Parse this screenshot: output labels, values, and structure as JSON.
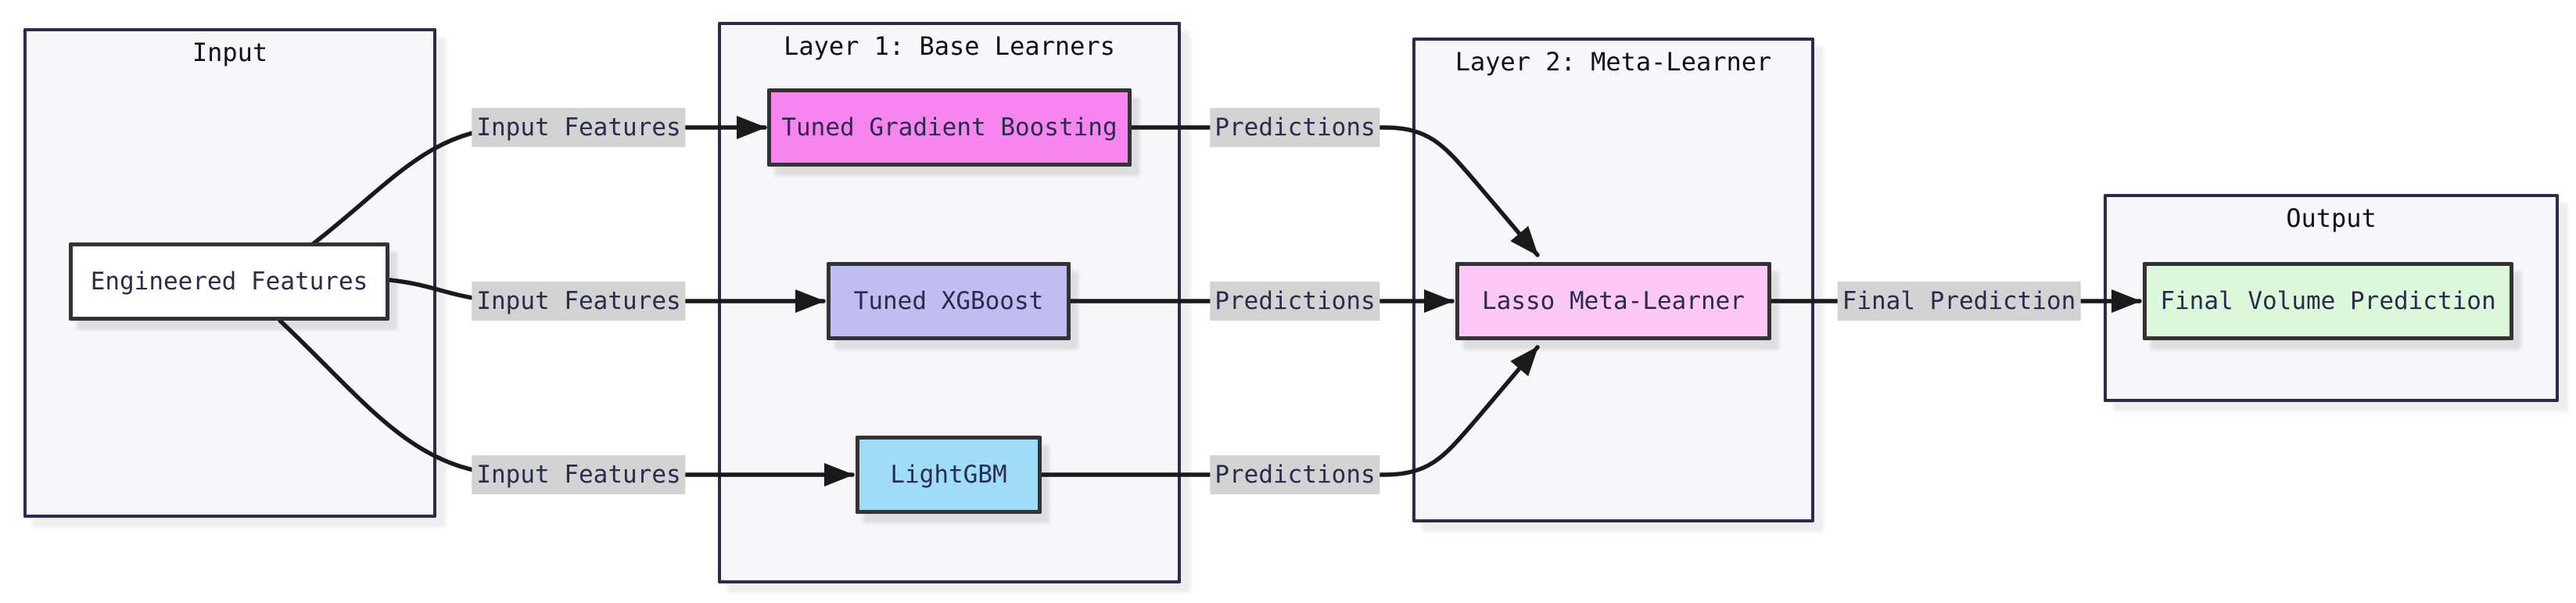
{
  "diagram": {
    "type": "flowchart",
    "direction": "left-to-right",
    "colors": {
      "edge": "#1a1a1a",
      "edge_label_bg": "#d3d3d3",
      "container_fill": "#f7f7fa",
      "container_border": "#2b2b4d",
      "node_border": "#333333",
      "node_text": "#2b2b4c",
      "title_text": "#111111",
      "background": "#ffffff"
    },
    "containers": [
      {
        "id": "input",
        "title": "Input"
      },
      {
        "id": "layer1",
        "title": "Layer 1: Base Learners"
      },
      {
        "id": "layer2",
        "title": "Layer 2: Meta-Learner"
      },
      {
        "id": "output",
        "title": "Output"
      }
    ],
    "nodes": [
      {
        "id": "engineered-features",
        "label": "Engineered Features",
        "fill": "#ffffff",
        "container": "input"
      },
      {
        "id": "tuned-gradient-boosting",
        "label": "Tuned Gradient Boosting",
        "fill": "#f685ef",
        "container": "layer1"
      },
      {
        "id": "tuned-xgboost",
        "label": "Tuned XGBoost",
        "fill": "#bfbdf2",
        "container": "layer1"
      },
      {
        "id": "lightgbm",
        "label": "LightGBM",
        "fill": "#9edcf8",
        "container": "layer1"
      },
      {
        "id": "lasso-meta-learner",
        "label": "Lasso Meta-Learner",
        "fill": "#fdc7f8",
        "container": "layer2"
      },
      {
        "id": "final-volume-prediction",
        "label": "Final Volume Prediction",
        "fill": "#dbf8db",
        "container": "output"
      }
    ],
    "edges": [
      {
        "from": "engineered-features",
        "to": "tuned-gradient-boosting",
        "label": "Input Features"
      },
      {
        "from": "engineered-features",
        "to": "tuned-xgboost",
        "label": "Input Features"
      },
      {
        "from": "engineered-features",
        "to": "lightgbm",
        "label": "Input Features"
      },
      {
        "from": "tuned-gradient-boosting",
        "to": "lasso-meta-learner",
        "label": "Predictions"
      },
      {
        "from": "tuned-xgboost",
        "to": "lasso-meta-learner",
        "label": "Predictions"
      },
      {
        "from": "lightgbm",
        "to": "lasso-meta-learner",
        "label": "Predictions"
      },
      {
        "from": "lasso-meta-learner",
        "to": "final-volume-prediction",
        "label": "Final Prediction"
      }
    ]
  }
}
